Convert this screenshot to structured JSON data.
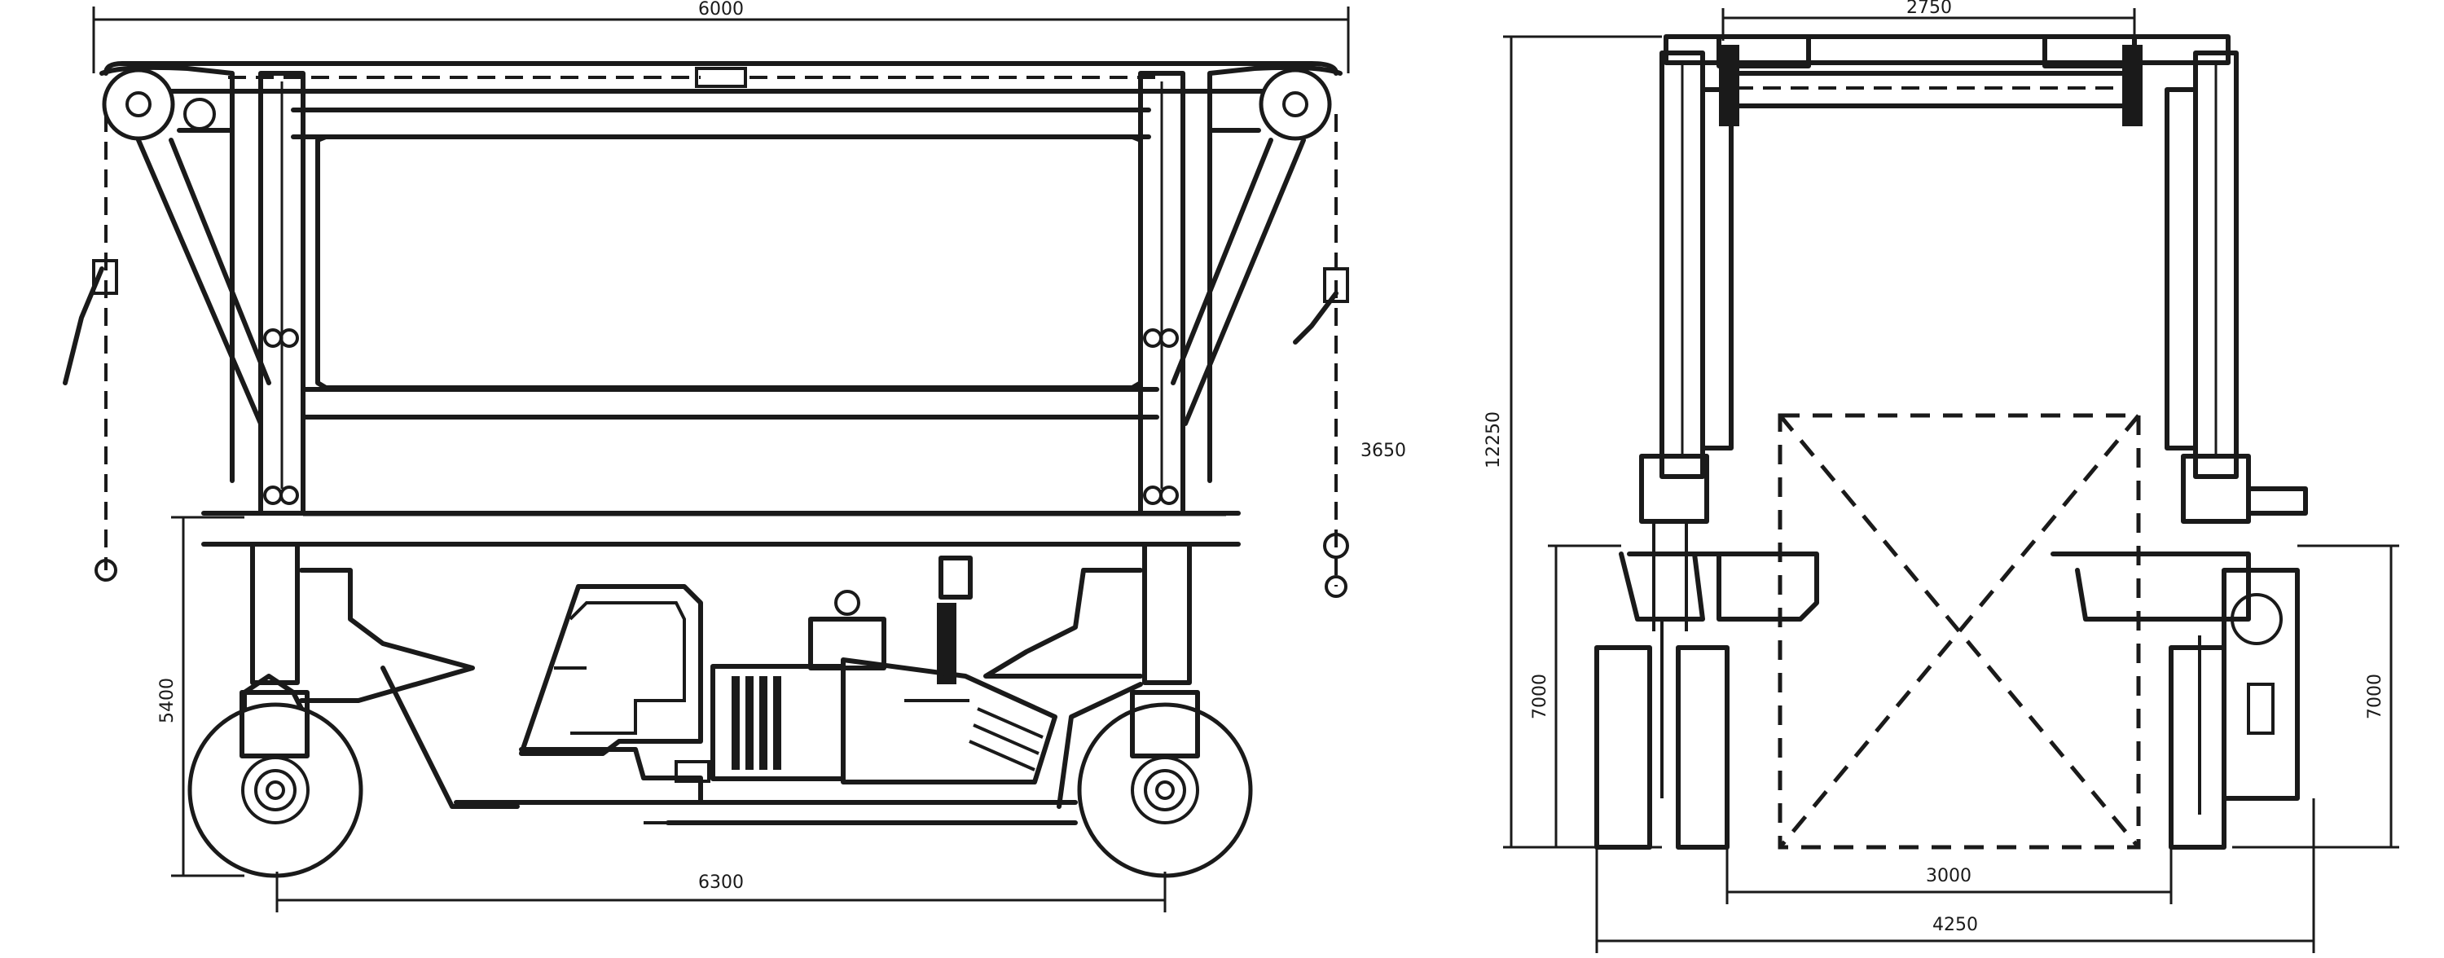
{
  "dimensions": {
    "side_overall_width": "6000",
    "side_height": "5400",
    "side_wheelbase": "6300",
    "side_lift_label": "3650",
    "front_top_span": "2750",
    "front_overall_height": "12250",
    "front_left_height": "7000",
    "front_right_height": "7000",
    "front_inner_width": "3000",
    "front_outer_width": "4250"
  }
}
